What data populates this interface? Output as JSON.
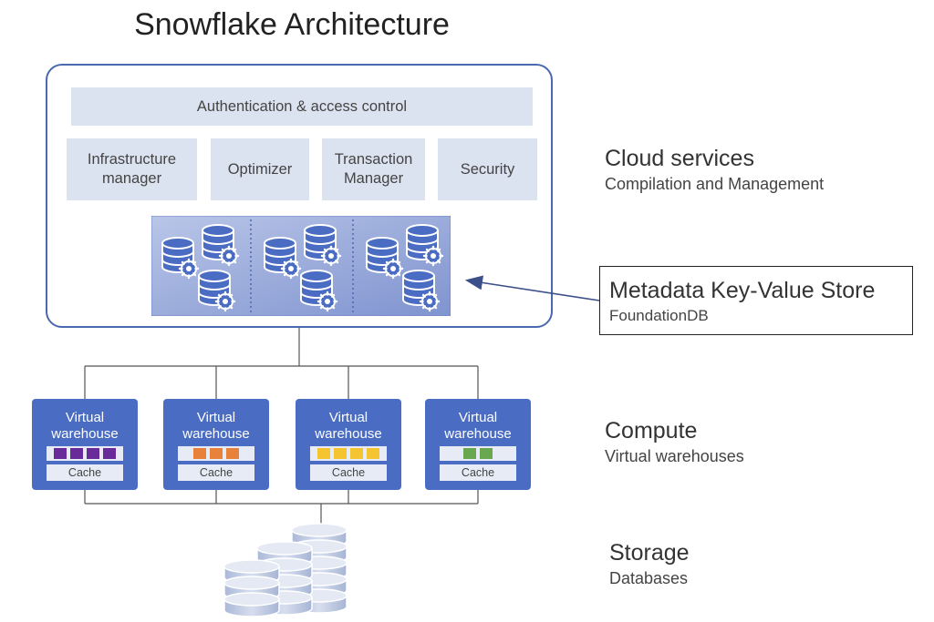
{
  "title": "Snowflake Architecture",
  "cloud": {
    "auth": "Authentication & access control",
    "services": [
      "Infrastructure\nmanager",
      "Optimizer",
      "Transaction\nManager",
      "Security"
    ]
  },
  "layers": {
    "cloud_services": {
      "title": "Cloud services",
      "subtitle": "Compilation and Management"
    },
    "compute": {
      "title": "Compute",
      "subtitle": "Virtual warehouses"
    },
    "storage": {
      "title": "Storage",
      "subtitle": "Databases"
    }
  },
  "metadata_store": {
    "title": "Metadata Key-Value Store",
    "subtitle": "FoundationDB"
  },
  "warehouses": [
    {
      "label": "Virtual\nwarehouse",
      "cache": "Cache",
      "slot_color": "#6a2b9a",
      "slots": 4
    },
    {
      "label": "Virtual\nwarehouse",
      "cache": "Cache",
      "slot_color": "#e8823a",
      "slots": 3
    },
    {
      "label": "Virtual\nwarehouse",
      "cache": "Cache",
      "slot_color": "#f5c431",
      "slots": 4
    },
    {
      "label": "Virtual\nwarehouse",
      "cache": "Cache",
      "slot_color": "#6aa84f",
      "slots": 2
    }
  ],
  "colors": {
    "accent": "#4a68b0",
    "warehouse": "#4a6cc2",
    "pale": "#dce3f0",
    "arrow": "#3b4f8a"
  },
  "icons": [
    "database-gear-icon",
    "database-stack-icon",
    "arrow-left-icon"
  ]
}
